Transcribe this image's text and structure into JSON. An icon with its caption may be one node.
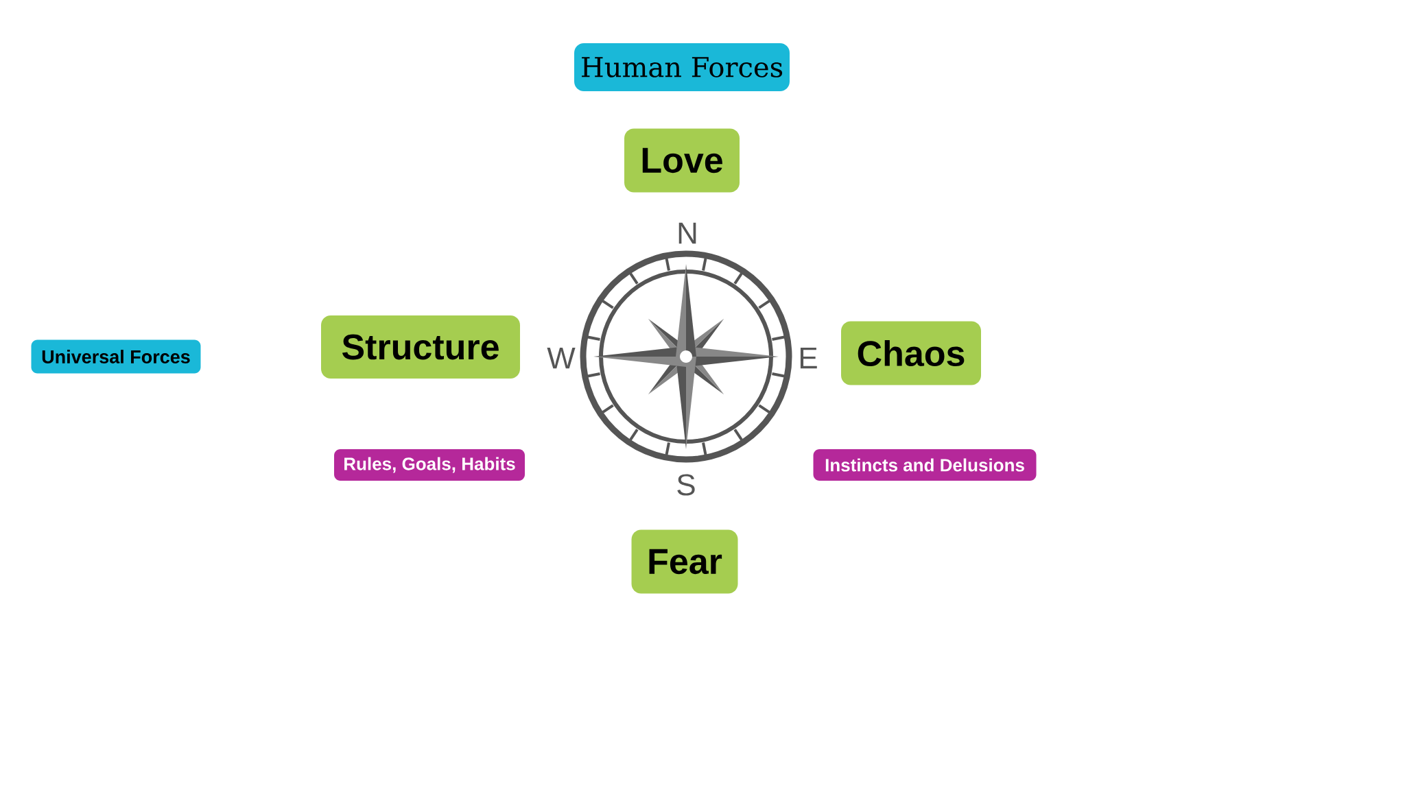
{
  "diagram": {
    "nodes": [
      {
        "text": [
          "Human Forces"
        ]
      },
      {
        "text": [
          "Love"
        ]
      },
      {
        "text": [
          "Universal Forces"
        ]
      },
      {
        "text": [
          "Structure"
        ]
      },
      {
        "text": [
          "Chaos"
        ]
      },
      {
        "text": [
          "Rules, Goals, Habits"
        ]
      },
      {
        "text": [
          "Instincts and Delusions"
        ]
      },
      {
        "text": [
          "Fear"
        ]
      }
    ],
    "labels": [
      "N",
      "W",
      "E",
      "S"
    ]
  }
}
